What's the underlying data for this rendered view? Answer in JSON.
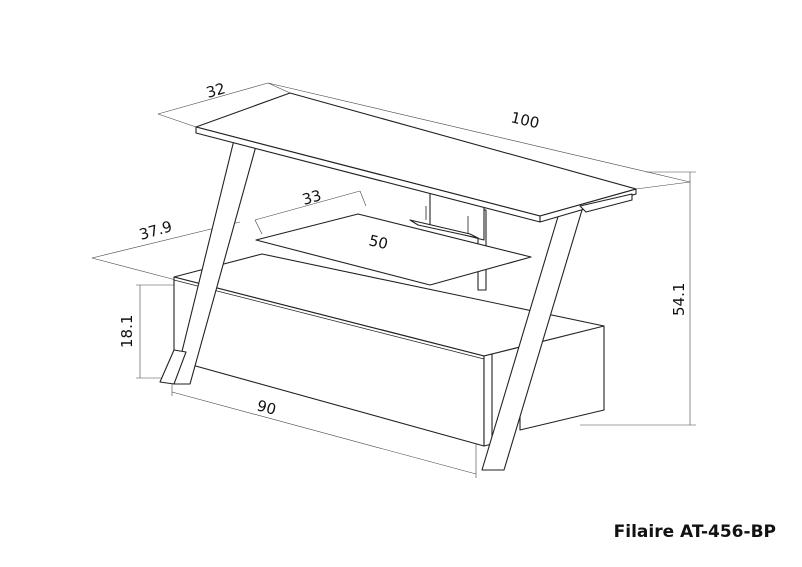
{
  "dimensions": {
    "depth_top": "32",
    "width_top": "100",
    "shelf_depth": "33",
    "shelf_width": "50",
    "depth_base": "37.9",
    "drawer_height": "18.1",
    "base_width": "90",
    "total_height": "54.1"
  },
  "caption": "Filaire AT-456-BP"
}
